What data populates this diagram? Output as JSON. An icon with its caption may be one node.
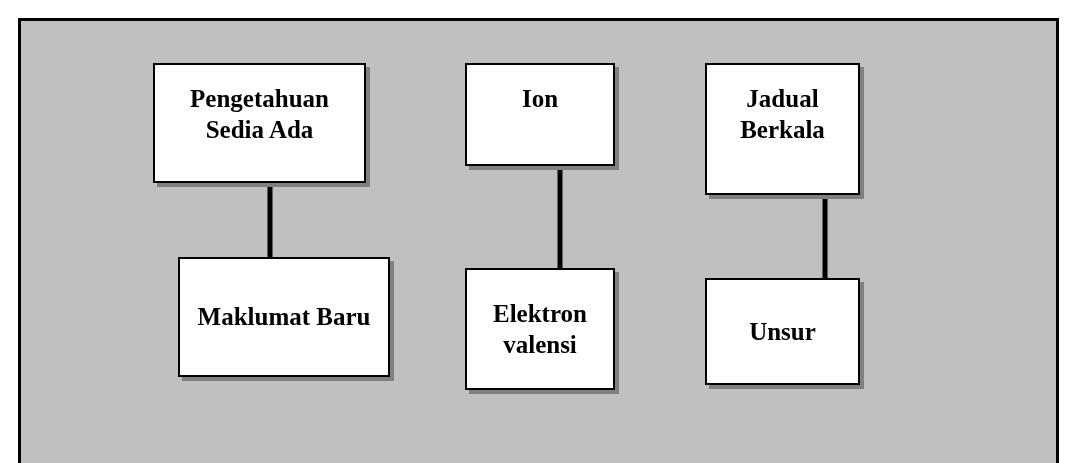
{
  "diagram": {
    "nodes": [
      {
        "text": [
          "Pengetahuan Sedia Ada"
        ]
      },
      {
        "text": [
          "Maklumat Baru"
        ]
      },
      {
        "text": [
          "Ion"
        ]
      },
      {
        "text": [
          "Elektron valensi"
        ]
      },
      {
        "text": [
          "Jadual Berkala"
        ]
      },
      {
        "text": [
          "Unsur"
        ]
      }
    ],
    "edges": [
      {
        "from": 0,
        "to": 1,
        "arrow": "none"
      },
      {
        "from": 2,
        "to": 3,
        "arrow": "none"
      },
      {
        "from": 4,
        "to": 5,
        "arrow": "none"
      }
    ]
  }
}
